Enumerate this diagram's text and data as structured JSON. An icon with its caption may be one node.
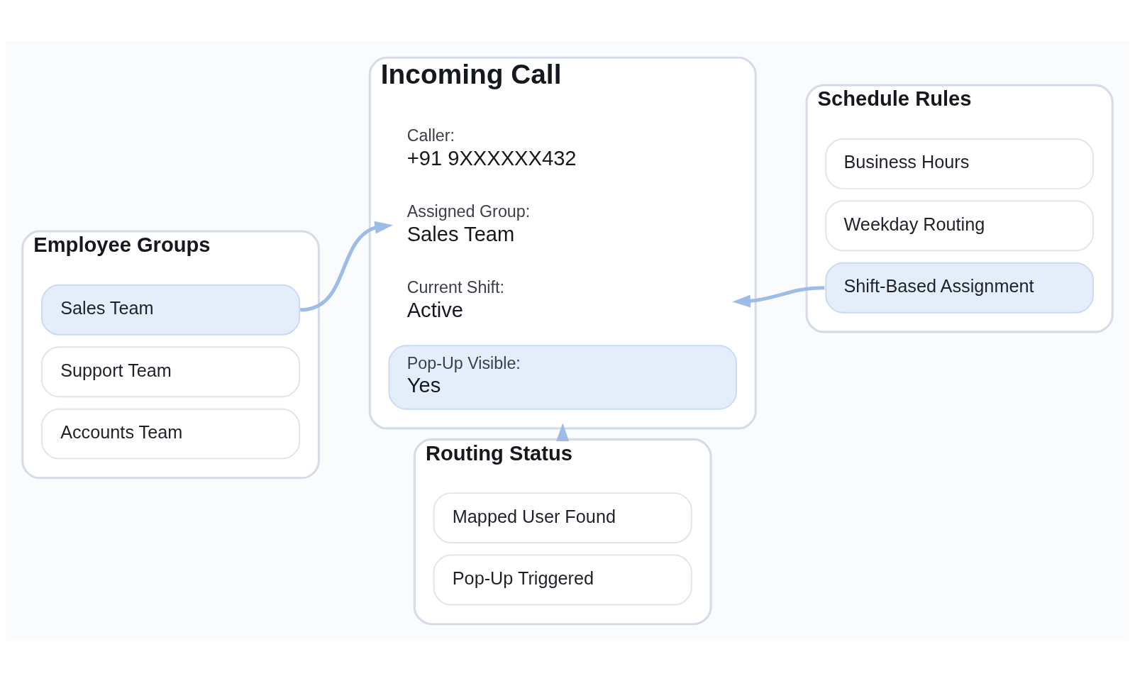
{
  "diagram": {
    "nodes": [
      {
        "text": [
          "Incoming Call"
        ]
      },
      {
        "text": [
          "Caller:",
          "+91 9XXXXXX432"
        ],
        "in": 0
      },
      {
        "text": [
          "Assigned Group:",
          "Sales Team"
        ],
        "in": 0
      },
      {
        "text": [
          "Current Shift:",
          "Active"
        ],
        "in": 0
      },
      {
        "text": [
          "Pop-Up Visible:",
          "Yes"
        ],
        "in": 0
      },
      {
        "text": [
          "Employee Groups"
        ]
      },
      {
        "text": [
          "Sales Team"
        ],
        "in": 5
      },
      {
        "text": [
          "Support Team"
        ],
        "in": 5
      },
      {
        "text": [
          "Accounts Team"
        ],
        "in": 5
      },
      {
        "text": [
          "Schedule Rules"
        ]
      },
      {
        "text": [
          "Business Hours"
        ],
        "in": 9
      },
      {
        "text": [
          "Weekday Routing"
        ],
        "in": 9
      },
      {
        "text": [
          "Shift-Based Assignment"
        ],
        "in": 9
      },
      {
        "text": [
          "Routing Status"
        ]
      },
      {
        "text": [
          "Mapped User Found"
        ],
        "in": 13
      },
      {
        "text": [
          "Pop-Up Triggered"
        ],
        "in": 13
      }
    ],
    "edges": [
      {
        "from": 6,
        "to": 2,
        "arrow": "to"
      },
      {
        "from": 12,
        "to": 3,
        "arrow": "to"
      },
      {
        "from": 13,
        "to": 0,
        "arrow": "to"
      }
    ]
  }
}
